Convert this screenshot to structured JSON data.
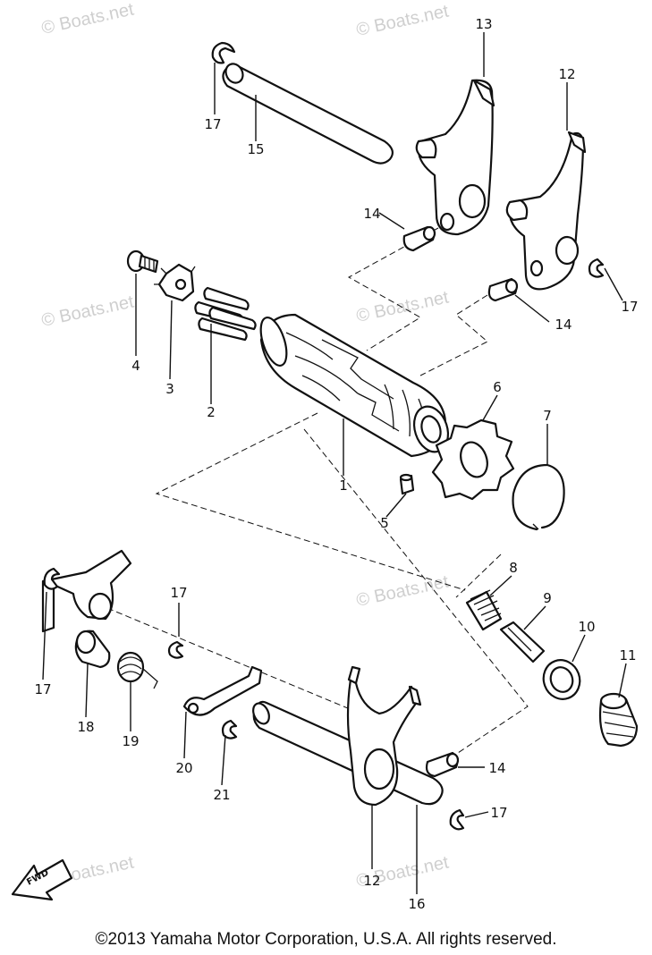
{
  "watermark": "© Boats.net",
  "fwd_label": "FWD",
  "copyright": "©2013 Yamaha Motor Corporation, U.S.A. All rights reserved.",
  "callouts": {
    "c1": "1",
    "c2": "2",
    "c3": "3",
    "c4": "4",
    "c5": "5",
    "c6": "6",
    "c7": "7",
    "c8": "8",
    "c9": "9",
    "c10": "10",
    "c11": "11",
    "c12a": "12",
    "c12b": "12",
    "c13": "13",
    "c14a": "14",
    "c14b": "14",
    "c14c": "14",
    "c15": "15",
    "c16": "16",
    "c17a": "17",
    "c17b": "17",
    "c17c": "17",
    "c17d": "17",
    "c17e": "17",
    "c18": "18",
    "c19": "19",
    "c20": "20",
    "c21": "21"
  }
}
